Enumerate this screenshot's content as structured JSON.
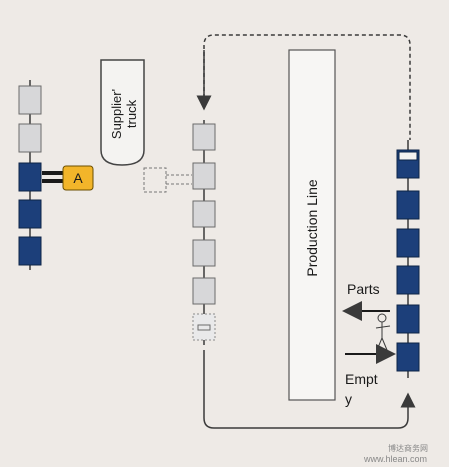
{
  "colors": {
    "background": "#eeeae6",
    "full_bin": "#1c3f7a",
    "empty_bin": "#d7d7d9",
    "card_a": "#f2b52a",
    "line": "#3a3a3a",
    "border": "#6b6b6b"
  },
  "supplier_truck": {
    "label_line1": "Supplier'",
    "label_line2": "truck"
  },
  "kanban_card": {
    "label": "A"
  },
  "production_line": {
    "label": "Production Line"
  },
  "labels": {
    "parts": "Parts",
    "empty_line1": "Empt",
    "empty_line2": "y"
  },
  "watermark": {
    "line1": "博达商务网",
    "line2": "www.hlean.com"
  },
  "left_stack": {
    "bins": [
      "empty",
      "empty",
      "full",
      "full",
      "full"
    ]
  },
  "middle_stack": {
    "bins": [
      "empty",
      "empty",
      "empty",
      "empty",
      "empty",
      "empty"
    ]
  },
  "right_stack": {
    "bins": [
      "full",
      "full",
      "full",
      "full",
      "full",
      "full"
    ]
  }
}
